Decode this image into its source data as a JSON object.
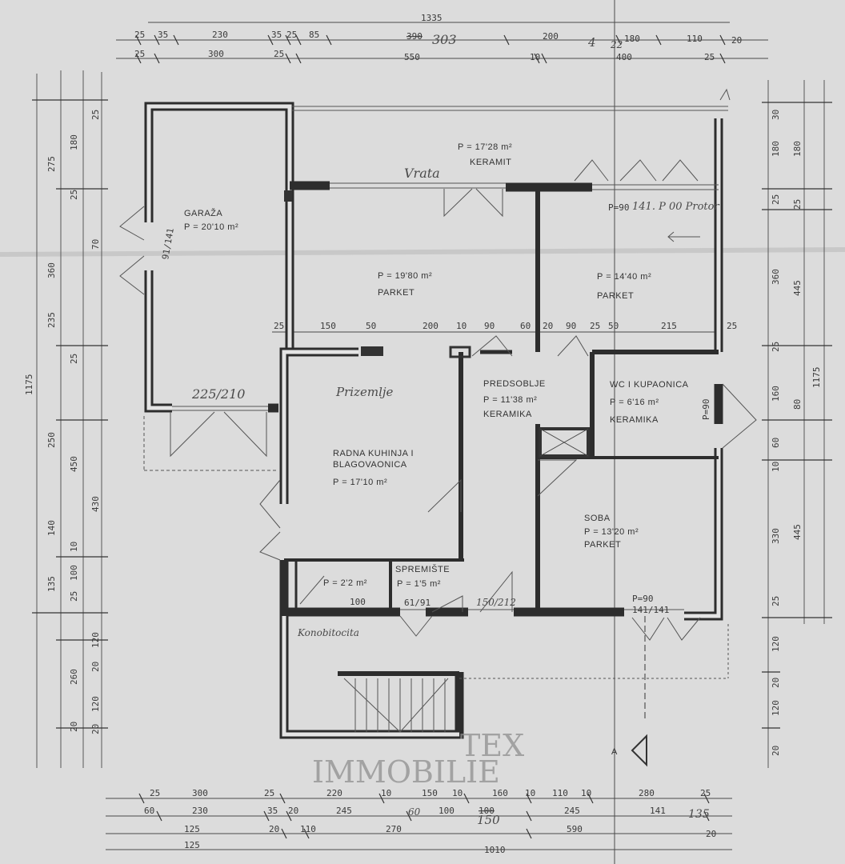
{
  "dimensions": {
    "top_total": "1335",
    "top_row1": [
      "25",
      "35",
      "230",
      "35",
      "25",
      "85",
      "390",
      "303",
      "200",
      "4",
      "22",
      "180",
      "110",
      "20"
    ],
    "top_row2": [
      "25",
      "300",
      "25",
      "550",
      "10",
      "400",
      "25"
    ],
    "bottom_row1": [
      "25",
      "300",
      "25",
      "220",
      "10",
      "150",
      "10",
      "160",
      "10",
      "110",
      "10",
      "280",
      "25"
    ],
    "bottom_row2": [
      "60",
      "230",
      "35",
      "20",
      "245",
      "60",
      "100",
      "100",
      "150",
      "245",
      "141",
      "135"
    ],
    "bottom_row3": [
      "125",
      "20",
      "110",
      "270",
      "590",
      "20"
    ],
    "bottom_row4": [
      "125",
      "1010"
    ],
    "left_col1": [
      "25",
      "180",
      "25",
      "70",
      "25",
      "250",
      "140",
      "10",
      "100",
      "25",
      "120",
      "20",
      "120",
      "20"
    ],
    "left_col2": [
      "275",
      "360",
      "235",
      "450",
      "430",
      "135",
      "260",
      "20"
    ],
    "left_col3": [
      "1175"
    ],
    "right_col1": [
      "30",
      "180",
      "25",
      "360",
      "25",
      "160",
      "60",
      "10",
      "330",
      "25",
      "120",
      "20",
      "120",
      "20"
    ],
    "right_col2": [
      "180",
      "25",
      "445",
      "80",
      "445"
    ],
    "right_col3": [
      "1175"
    ],
    "interior_row": [
      "25",
      "150",
      "50",
      "200",
      "10",
      "90",
      "60",
      "20",
      "90",
      "25",
      "50",
      "215",
      "25"
    ]
  },
  "rooms": [
    {
      "name": "GARAŽA",
      "area": "P = 20'10 m²"
    },
    {
      "name": "KERAMIT",
      "area": "P = 17'28 m²"
    },
    {
      "name": "PARKET",
      "area": "P = 19'80 m²"
    },
    {
      "name": "PARKET",
      "area": "P = 14'40 m²"
    },
    {
      "name": "PREDSOBLJE",
      "area": "P = 11'38 m²",
      "floor": "KERAMIKA"
    },
    {
      "name": "WC I KUPAONICA",
      "area": "P = 6'16 m²",
      "floor": "KERAMIKA"
    },
    {
      "name": "RADNA KUHINJA I",
      "name2": "BLAGOVAONICA",
      "area": "P = 17'10 m²"
    },
    {
      "name": "SOBA",
      "area": "P = 13'20 m²",
      "floor": "PARKET"
    },
    {
      "name": "",
      "area": "P = 2'2 m²"
    },
    {
      "name": "SPREMIŠTE",
      "area": "P = 1'5 m²"
    }
  ],
  "annotations": {
    "vrata": "Vrata",
    "prizemlje": "Prizemlje",
    "garage_door": "225/210",
    "protor": "141. P 00 Protor",
    "konobocita": "Konobitocita",
    "door_91_141": "91/141",
    "door_61_91": "61/91",
    "door_150_212": "150/212",
    "door_141_141": "141/141",
    "p90_a": "P=90",
    "p90_b": "P=90",
    "p90_c": "P=90",
    "dim_100": "100",
    "section_mark": "A"
  },
  "watermark": {
    "line1": "TEX",
    "line2": "IMMOBILIE"
  }
}
